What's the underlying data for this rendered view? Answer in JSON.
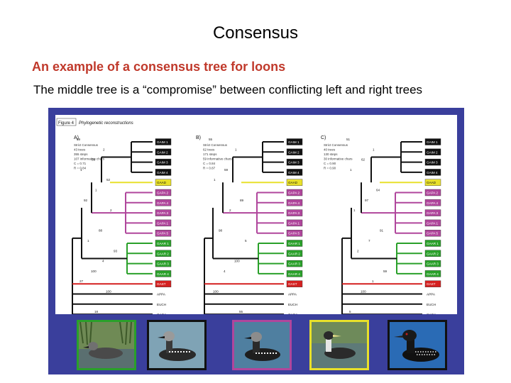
{
  "slide": {
    "title": "Consensus",
    "subtitle": "An example of a consensus tree for loons",
    "body": "The middle tree is a “compromise” between conflicting left and right trees"
  },
  "figure": {
    "label": "Figure 4",
    "caption": "Phylogenetic reconstructions",
    "colors": {
      "frame": "#3a3f9c",
      "gavia_pacifica": "#b0469c",
      "gavia_adamsii": "#e8e02a",
      "gavia_arctica": "#2aa02a",
      "gavia_stellata": "#d42020",
      "outgroup": "#111111"
    },
    "trees": [
      {
        "panel": "A)",
        "stats": [
          "Strict Consensus",
          "43 trees",
          "355 steps",
          "107 informative chars",
          "C = 0.71",
          "R = 0.84"
        ],
        "taxa": [
          {
            "name": "GAIM 1",
            "color": "#111111"
          },
          {
            "name": "GAIM 2",
            "color": "#111111"
          },
          {
            "name": "GAIM 3",
            "color": "#111111"
          },
          {
            "name": "GAIM 4",
            "color": "#111111"
          },
          {
            "name": "GAAD",
            "color": "#e8e02a"
          },
          {
            "name": "GAPA 2",
            "color": "#b0469c"
          },
          {
            "name": "GAPA 4",
            "color": "#b0469c"
          },
          {
            "name": "GAPA 3",
            "color": "#b0469c"
          },
          {
            "name": "GAPA 1",
            "color": "#b0469c"
          },
          {
            "name": "GAPA 5",
            "color": "#b0469c"
          },
          {
            "name": "GAAR 1",
            "color": "#2aa02a"
          },
          {
            "name": "GAAR 2",
            "color": "#2aa02a"
          },
          {
            "name": "GAAR 3",
            "color": "#2aa02a"
          },
          {
            "name": "GAAR 4",
            "color": "#2aa02a"
          },
          {
            "name": "GAST",
            "color": "#d42020"
          },
          {
            "name": "APPA",
            "color": "#111111"
          },
          {
            "name": "EUCH",
            "color": "#111111"
          },
          {
            "name": "GAGA",
            "color": "#111111"
          }
        ],
        "support": [
          "69",
          "2",
          "59",
          "1",
          "52",
          "1",
          "92",
          "2",
          "88",
          "1",
          "93",
          "4",
          "100",
          "27",
          "100",
          "18"
        ]
      },
      {
        "panel": "B)",
        "stats": [
          "Strict Consensus",
          "62 trees",
          "171 steps",
          "59 informative chars",
          "C = 0.84",
          "R = 0.87"
        ],
        "taxa": [
          {
            "name": "GAIM 1",
            "color": "#111111"
          },
          {
            "name": "GAIM 2",
            "color": "#111111"
          },
          {
            "name": "GAIM 3",
            "color": "#111111"
          },
          {
            "name": "GAIM 4",
            "color": "#111111"
          },
          {
            "name": "GAAD",
            "color": "#e8e02a"
          },
          {
            "name": "GAPA 2",
            "color": "#b0469c"
          },
          {
            "name": "GAPA 4",
            "color": "#b0469c"
          },
          {
            "name": "GAPA 3",
            "color": "#b0469c"
          },
          {
            "name": "GAPA 1",
            "color": "#b0469c"
          },
          {
            "name": "GAPA 5",
            "color": "#b0469c"
          },
          {
            "name": "GAAR 1",
            "color": "#2aa02a"
          },
          {
            "name": "GAAR 2",
            "color": "#2aa02a"
          },
          {
            "name": "GAAR 3",
            "color": "#2aa02a"
          },
          {
            "name": "GAAR 4",
            "color": "#2aa02a"
          },
          {
            "name": "GAST",
            "color": "#d42020"
          },
          {
            "name": "APPA",
            "color": "#111111"
          },
          {
            "name": "EUCH",
            "color": "#111111"
          },
          {
            "name": "GAGA",
            "color": "#111111"
          }
        ],
        "support": [
          "55",
          "1",
          "59",
          "1",
          "89",
          "2",
          "98",
          "5",
          "100",
          "4",
          "100",
          "55"
        ]
      },
      {
        "panel": "C)",
        "stats": [
          "Strict Consensus",
          "40 trees",
          "130 steps",
          "30 informative chars",
          "C = 0.90",
          "R = 0.90"
        ],
        "taxa": [
          {
            "name": "GAIM 1",
            "color": "#111111"
          },
          {
            "name": "GAIM 2",
            "color": "#111111"
          },
          {
            "name": "GAIM 3",
            "color": "#111111"
          },
          {
            "name": "GAIM 4",
            "color": "#111111"
          },
          {
            "name": "GAAD",
            "color": "#e8e02a"
          },
          {
            "name": "GAPA 2",
            "color": "#b0469c"
          },
          {
            "name": "GAPA 4",
            "color": "#b0469c"
          },
          {
            "name": "GAPA 3",
            "color": "#b0469c"
          },
          {
            "name": "GAPA 1",
            "color": "#b0469c"
          },
          {
            "name": "GAPA 5",
            "color": "#b0469c"
          },
          {
            "name": "GAAR 1",
            "color": "#2aa02a"
          },
          {
            "name": "GAAR 2",
            "color": "#2aa02a"
          },
          {
            "name": "GAAR 3",
            "color": "#2aa02a"
          },
          {
            "name": "GAAR 4",
            "color": "#2aa02a"
          },
          {
            "name": "GAST",
            "color": "#d42020"
          },
          {
            "name": "APPA",
            "color": "#111111"
          },
          {
            "name": "EUCH",
            "color": "#111111"
          },
          {
            "name": "GAGA",
            "color": "#111111"
          }
        ],
        "support": [
          "51",
          "1",
          "62",
          "1",
          "64",
          "97",
          "1",
          "91",
          "7",
          "2",
          "59",
          "1",
          "100",
          "5"
        ]
      }
    ],
    "photos": [
      {
        "subject": "red-throated loon",
        "border": "#2aa02a"
      },
      {
        "subject": "pacific loon",
        "border": "#111111"
      },
      {
        "subject": "arctic loon",
        "border": "#b0469c"
      },
      {
        "subject": "yellow-billed loon",
        "border": "#e8e02a"
      },
      {
        "subject": "common loon",
        "border": "#111111"
      }
    ]
  }
}
